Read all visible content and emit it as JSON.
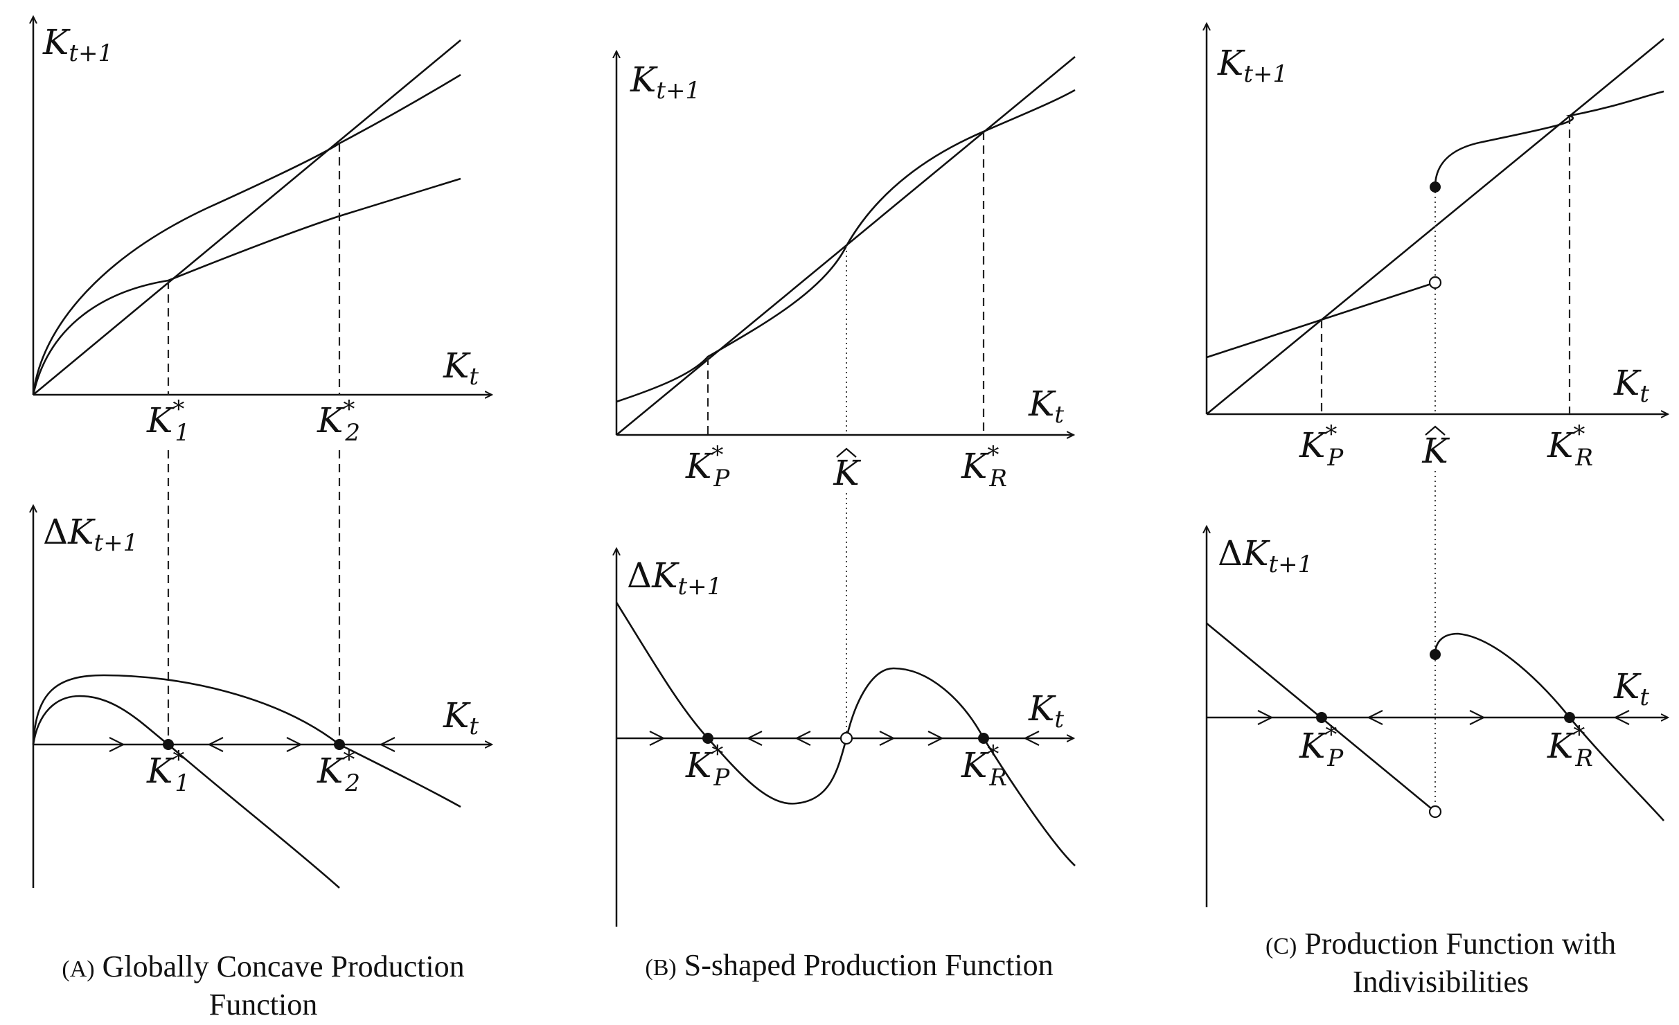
{
  "labels": {
    "K": "K",
    "Delta": "Δ",
    "sub_t": "t",
    "sub_t1": "t+1",
    "star": "*",
    "sub_1": "1",
    "sub_2": "2",
    "sub_P": "P",
    "sub_R": "R",
    "hat": "^"
  },
  "captions": {
    "a_tag": "(A)",
    "a_line1": "Globally Concave Production",
    "a_line2": "Function",
    "b_tag": "(B)",
    "b_line1": "S-shaped Production Function",
    "c_tag": "(C)",
    "c_line1": "Production Function with",
    "c_line2": "Indivisibilities"
  }
}
